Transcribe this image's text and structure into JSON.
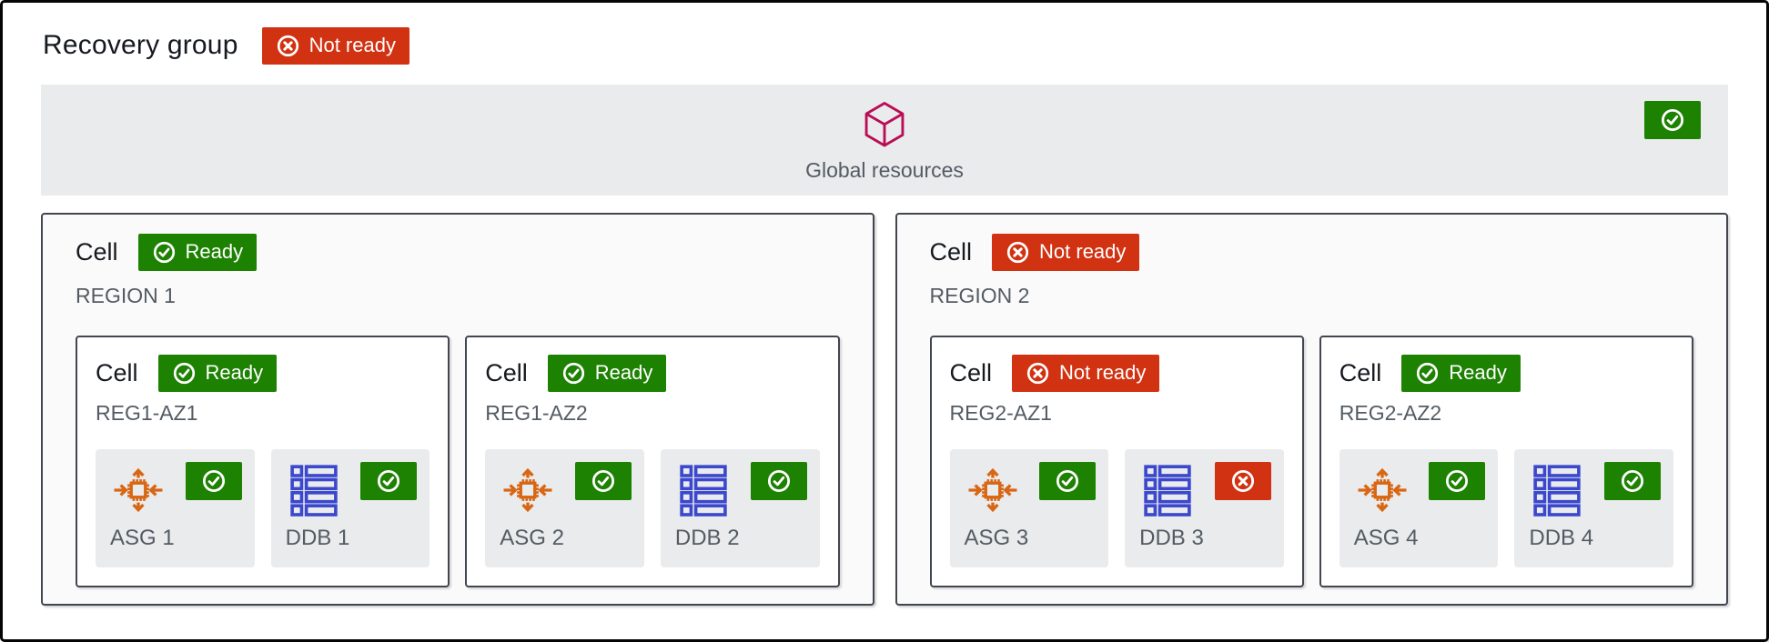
{
  "header": {
    "title": "Recovery group",
    "status": {
      "label": "Not ready",
      "state": "error"
    }
  },
  "global_resources": {
    "label": "Global resources",
    "status": {
      "state": "ok"
    }
  },
  "regions": [
    {
      "cell_label": "Cell",
      "status": {
        "label": "Ready",
        "state": "ok"
      },
      "name": "REGION 1",
      "cells": [
        {
          "cell_label": "Cell",
          "status": {
            "label": "Ready",
            "state": "ok"
          },
          "name": "REG1-AZ1",
          "resources": [
            {
              "label": "ASG 1",
              "type": "asg",
              "status": {
                "state": "ok"
              }
            },
            {
              "label": "DDB 1",
              "type": "ddb",
              "status": {
                "state": "ok"
              }
            }
          ]
        },
        {
          "cell_label": "Cell",
          "status": {
            "label": "Ready",
            "state": "ok"
          },
          "name": "REG1-AZ2",
          "resources": [
            {
              "label": "ASG 2",
              "type": "asg",
              "status": {
                "state": "ok"
              }
            },
            {
              "label": "DDB 2",
              "type": "ddb",
              "status": {
                "state": "ok"
              }
            }
          ]
        }
      ]
    },
    {
      "cell_label": "Cell",
      "status": {
        "label": "Not ready",
        "state": "error"
      },
      "name": "REGION 2",
      "cells": [
        {
          "cell_label": "Cell",
          "status": {
            "label": "Not ready",
            "state": "error"
          },
          "name": "REG2-AZ1",
          "resources": [
            {
              "label": "ASG 3",
              "type": "asg",
              "status": {
                "state": "ok"
              }
            },
            {
              "label": "DDB 3",
              "type": "ddb",
              "status": {
                "state": "error"
              }
            }
          ]
        },
        {
          "cell_label": "Cell",
          "status": {
            "label": "Ready",
            "state": "ok"
          },
          "name": "REG2-AZ2",
          "resources": [
            {
              "label": "ASG 4",
              "type": "asg",
              "status": {
                "state": "ok"
              }
            },
            {
              "label": "DDB 4",
              "type": "ddb",
              "status": {
                "state": "ok"
              }
            }
          ]
        }
      ]
    }
  ],
  "colors": {
    "success": "#1d8102",
    "error": "#d13212",
    "asg_icon": "#d86613",
    "ddb_icon": "#3b48cc",
    "cube_icon": "#bb0d56",
    "muted_text": "#545b64",
    "dark_text": "#16191f",
    "panel_bg": "#e9ebed"
  },
  "icons": {
    "ok": "check-circle-icon",
    "error": "x-circle-icon",
    "asg": "auto-scaling-group-icon",
    "ddb": "dynamodb-table-icon",
    "global": "cube-icon"
  }
}
